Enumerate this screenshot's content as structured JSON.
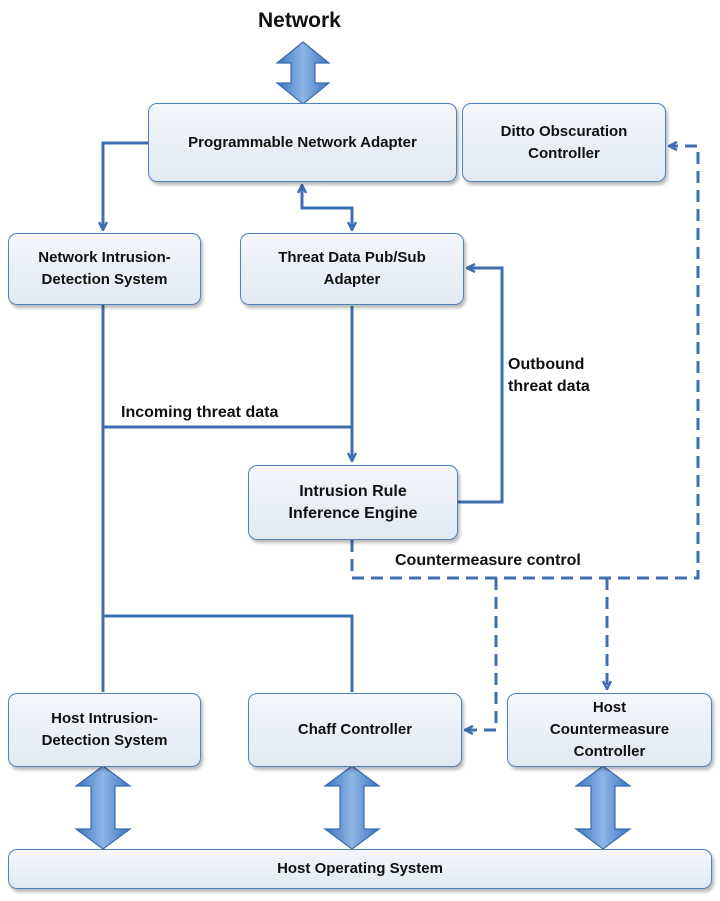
{
  "title": "Network",
  "boxes": {
    "pna": "Programmable Network Adapter",
    "ditto": "Ditto Obscuration\nController",
    "nids": "Network Intrusion-\nDetection System",
    "threat": "Threat Data Pub/Sub\nAdapter",
    "irie": "Intrusion Rule\nInference Engine",
    "hids": "Host Intrusion-\nDetection System",
    "chaff": "Chaff Controller",
    "hcc": "Host\nCountermeasure\nController",
    "hos": "Host Operating System"
  },
  "labels": {
    "incoming": "Incoming threat data",
    "outbound": "Outbound\nthreat data",
    "countermeasure": "Countermeasure control"
  },
  "colors": {
    "line": "#3f6fb0",
    "arrow_fill": "#5a8fd2",
    "box_border": "#4f81bd"
  }
}
